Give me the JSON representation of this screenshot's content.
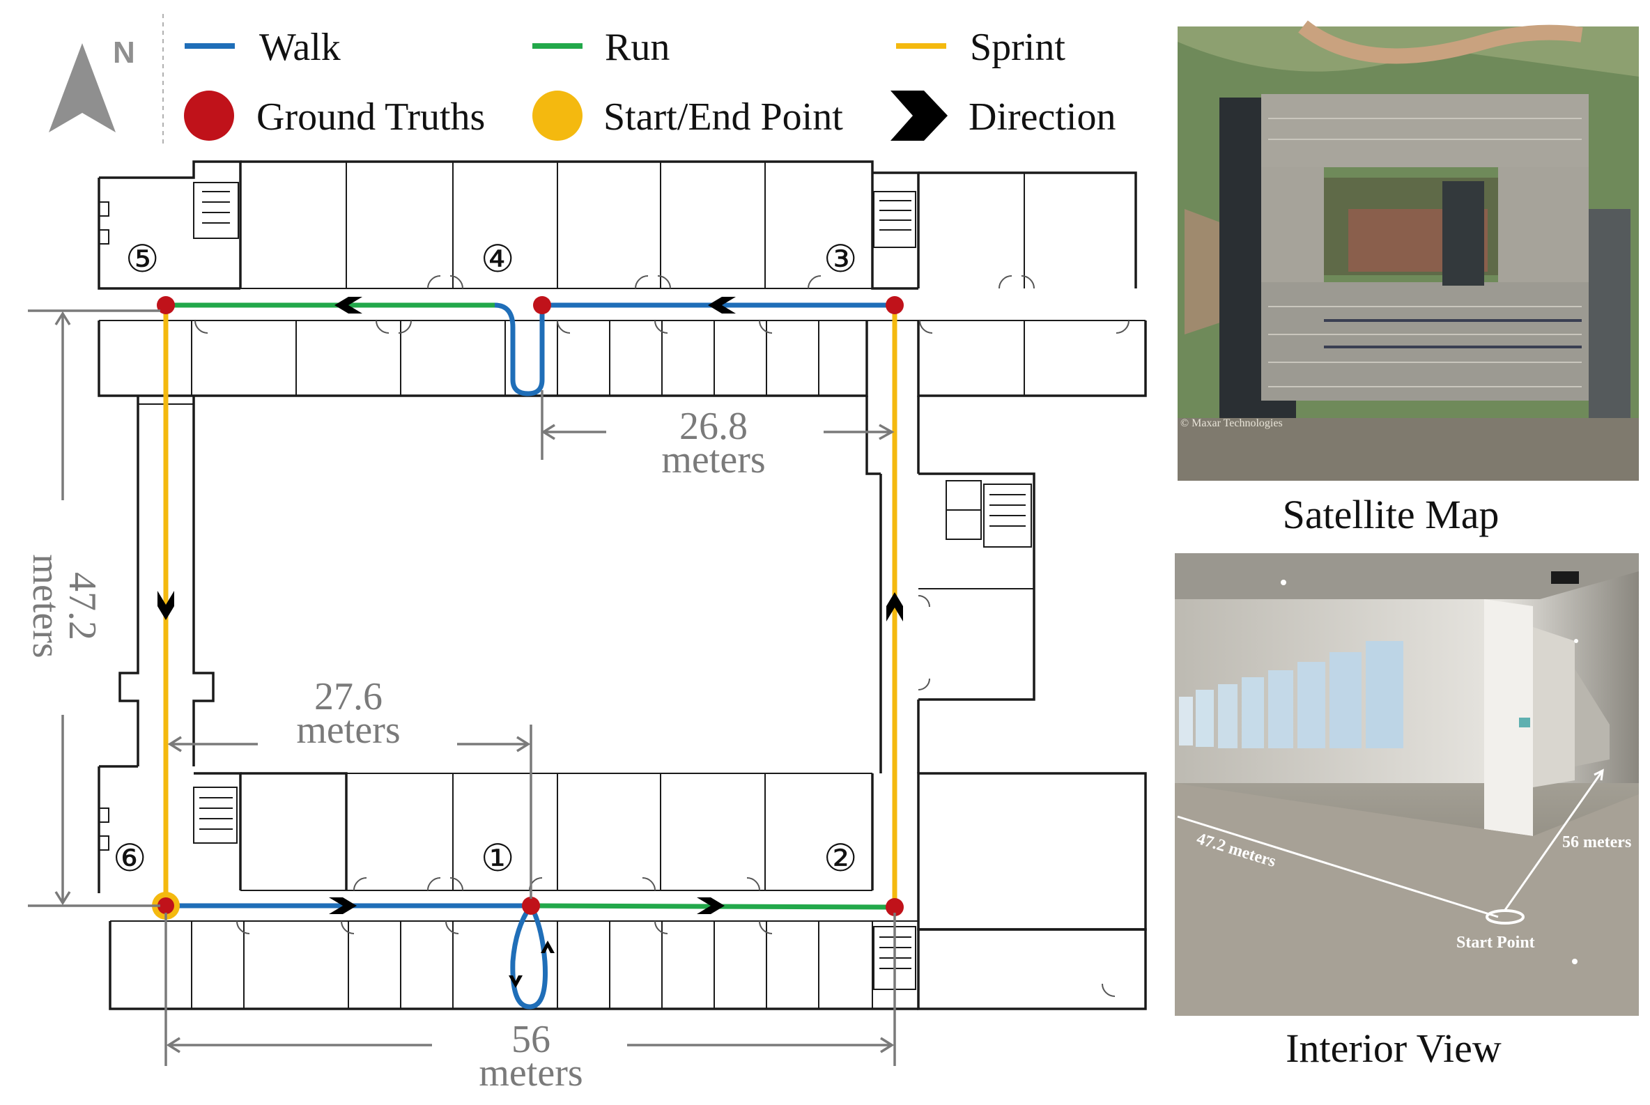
{
  "legend": {
    "walk": {
      "label": "Walk",
      "color": "#1f6eb8"
    },
    "run": {
      "label": "Run",
      "color": "#22a84a"
    },
    "sprint": {
      "label": "Sprint",
      "color": "#f4b90f"
    },
    "ground_truths": {
      "label": "Ground Truths",
      "color": "#c0121a"
    },
    "start_end": {
      "label": "Start/End Point",
      "color": "#f4b90f"
    },
    "direction": {
      "label": "Direction",
      "color": "#000000"
    }
  },
  "compass": {
    "label": "N",
    "icon": "north-arrow-icon"
  },
  "waypoints": [
    "①",
    "②",
    "③",
    "④",
    "⑤",
    "⑥"
  ],
  "dimensions": {
    "d1": {
      "value": "26.8",
      "unit": "meters"
    },
    "d2": {
      "value": "27.6",
      "unit": "meters"
    },
    "d3": {
      "value": "47.2",
      "unit": "meters"
    },
    "d4": {
      "value": "56",
      "unit": "meters"
    }
  },
  "satellite": {
    "caption": "Satellite Map",
    "watermark": "© Maxar Technologies"
  },
  "interior": {
    "caption": "Interior View",
    "label_472": "47.2 meters",
    "label_56": "56 meters",
    "label_start": "Start Point"
  }
}
